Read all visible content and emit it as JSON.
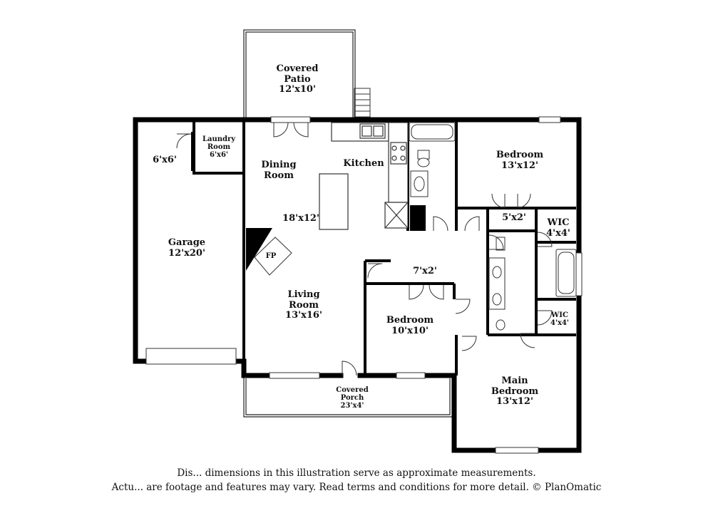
{
  "rooms": {
    "covered_patio": {
      "name_line1": "Covered",
      "name_line2": "Patio",
      "dim": "12'x10'"
    },
    "laundry": {
      "name_line1": "Laundry",
      "name_line2": "Room",
      "dim": "6'x6'"
    },
    "closet_6x6": {
      "dim": "6'x6'"
    },
    "dining": {
      "name_line1": "Dining",
      "name_line2": "Room"
    },
    "kitchen": {
      "name": "Kitchen",
      "dim": "18'x12'"
    },
    "bedroom_ne": {
      "name": "Bedroom",
      "dim": "13'x12'"
    },
    "closet_5x2": {
      "dim": "5'x2'"
    },
    "wic_top": {
      "name": "WIC",
      "dim": "4'x4'"
    },
    "garage": {
      "name": "Garage",
      "dim": "12'x20'"
    },
    "fireplace": {
      "name": "FP"
    },
    "living": {
      "name_line1": "Living",
      "name_line2": "Room",
      "dim": "13'x16'"
    },
    "closet_7x2": {
      "dim": "7'x2'"
    },
    "bedroom_mid": {
      "name": "Bedroom",
      "dim": "10'x10'"
    },
    "wic_bottom": {
      "name": "WIC",
      "dim": "4'x4'"
    },
    "main_bedroom": {
      "name_line1": "Main",
      "name_line2": "Bedroom",
      "dim": "13'x12'"
    },
    "covered_porch": {
      "name_line1": "Covered",
      "name_line2": "Porch",
      "dim": "23'x4'"
    }
  },
  "disclaimer": {
    "line1": "Dis... dimensions in this illustration serve as approximate measurements.",
    "line2": "Actu... are footage and features may vary. Read terms and conditions for more detail. © PlanOmatic"
  }
}
